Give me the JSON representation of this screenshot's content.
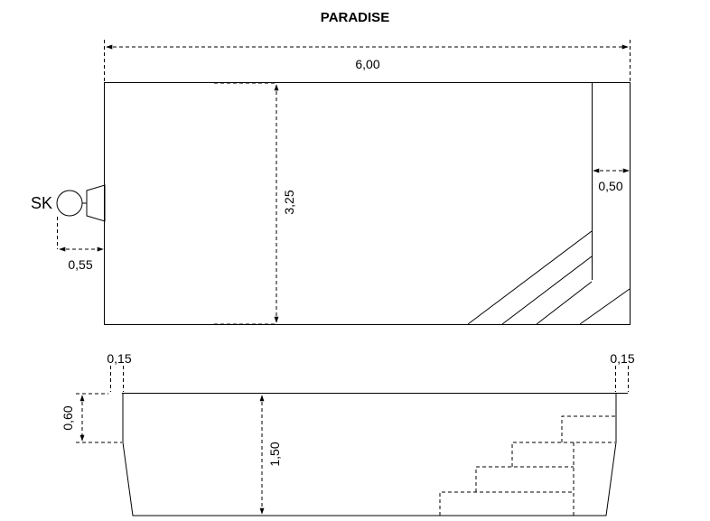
{
  "title": "PARADISE",
  "skimmer_label": "SK",
  "dimensions": {
    "length": "6,00",
    "width": "3,25",
    "bench_width": "0,50",
    "skimmer_offset": "0,55",
    "wall_left": "0,15",
    "wall_right": "0,15",
    "shallow_depth": "0,60",
    "deep_depth": "1,50"
  }
}
